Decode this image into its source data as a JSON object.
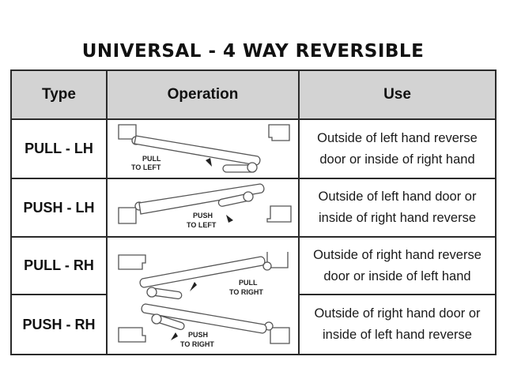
{
  "title": "UNIVERSAL - 4 WAY REVERSIBLE",
  "headers": {
    "type": "Type",
    "operation": "Operation",
    "use": "Use"
  },
  "rows": [
    {
      "type": "PULL - LH",
      "operation_label": [
        "PULL",
        "TO LEFT"
      ],
      "use_lines": [
        "Outside of left hand reverse",
        "door or inside of right hand"
      ]
    },
    {
      "type": "PUSH - LH",
      "operation_label": [
        "PUSH",
        "TO LEFT"
      ],
      "use_lines": [
        "Outside of left hand door or",
        "inside of right hand reverse"
      ]
    },
    {
      "type": "PULL - RH",
      "operation_label": [
        "PULL",
        "TO RIGHT"
      ],
      "use_lines": [
        "Outside of right hand reverse",
        "door or inside of left hand"
      ]
    },
    {
      "type": "PUSH - RH",
      "operation_label": [
        "PUSH",
        "TO RIGHT"
      ],
      "use_lines": [
        "Outside of right hand door or",
        "inside of left hand reverse"
      ]
    }
  ],
  "colors": {
    "header_bg": "#d3d3d3",
    "border": "#2a2a2a"
  }
}
